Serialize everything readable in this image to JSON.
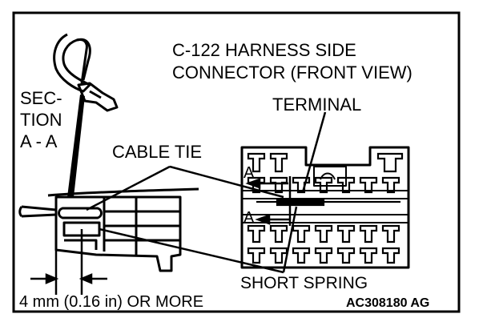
{
  "labels": {
    "title_line1": "C-122 HARNESS SIDE",
    "title_line2": "CONNECTOR (FRONT VIEW)",
    "terminal": "TERMINAL",
    "section_line1": "SEC-",
    "section_line2": "TION",
    "section_line3": "A - A",
    "cable_tie": "CABLE TIE",
    "section_mark_upper": "A",
    "section_mark_lower": "A",
    "short_spring": "SHORT SPRING",
    "dimension": "4 mm (0.16 in) OR MORE",
    "figure_code": "AC308180 AG"
  },
  "colors": {
    "ink": "#000000",
    "paper": "#ffffff"
  }
}
